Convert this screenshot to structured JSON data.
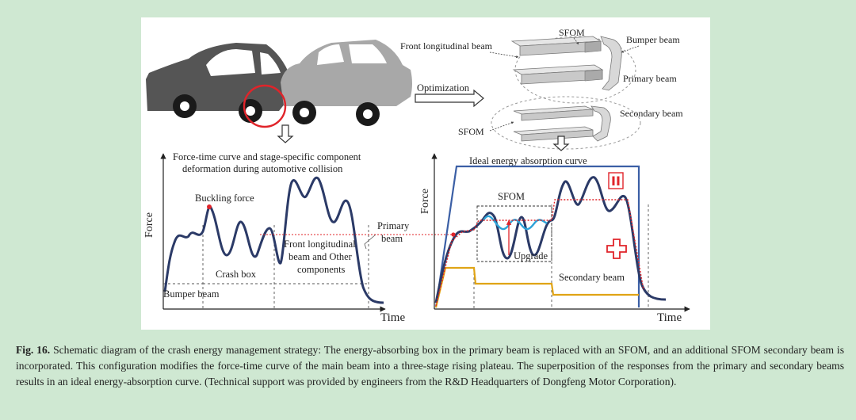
{
  "figure": {
    "crash": {
      "optimization_label": "Optimization"
    },
    "beams": {
      "sfom_top": "SFOM",
      "front_longitudinal": "Front longitudinal beam",
      "bumper": "Bumper beam",
      "primary": "Primary beam",
      "secondary": "Secondary beam",
      "sfom_bottom": "SFOM"
    },
    "left_plot": {
      "title_line1": "Force-time curve and stage-specific component",
      "title_line2": "deformation during automotive collision",
      "ylabel": "Force",
      "xlabel": "Time",
      "buckling": "Buckling force",
      "bumper_stage": "Bumper beam",
      "crash_box_stage": "Crash box",
      "front_stage_line1": "Front longitudinal",
      "front_stage_line2": "beam and Other",
      "front_stage_line3": "components",
      "primary_line1": "Primary",
      "primary_line2": "beam"
    },
    "right_plot": {
      "title": "Ideal energy absorption curve",
      "ylabel": "Force",
      "xlabel": "Time",
      "sfom": "SFOM",
      "upgrade": "Upgrade",
      "secondary": "Secondary beam",
      "roman_two": "II",
      "colors": {
        "primary_curve": "#2b3a67",
        "ideal_curve": "#3b5fa5",
        "secondary_curve": "#e0a416",
        "sfom_curve": "#2ea3d8",
        "highlight": "#e0242a"
      }
    }
  },
  "caption": {
    "label": "Fig. 16.",
    "text": " Schematic diagram of the crash energy management strategy: The energy-absorbing box in the primary beam is replaced with an SFOM, and an additional SFOM secondary beam is incorporated. This configuration modifies the force-time curve of the main beam into a three-stage rising plateau. The superposition of the responses from the primary and secondary beams results in an ideal energy-absorption curve. (Technical support was provided by engineers from the R&D Headquarters of Dongfeng Motor Corporation)."
  }
}
